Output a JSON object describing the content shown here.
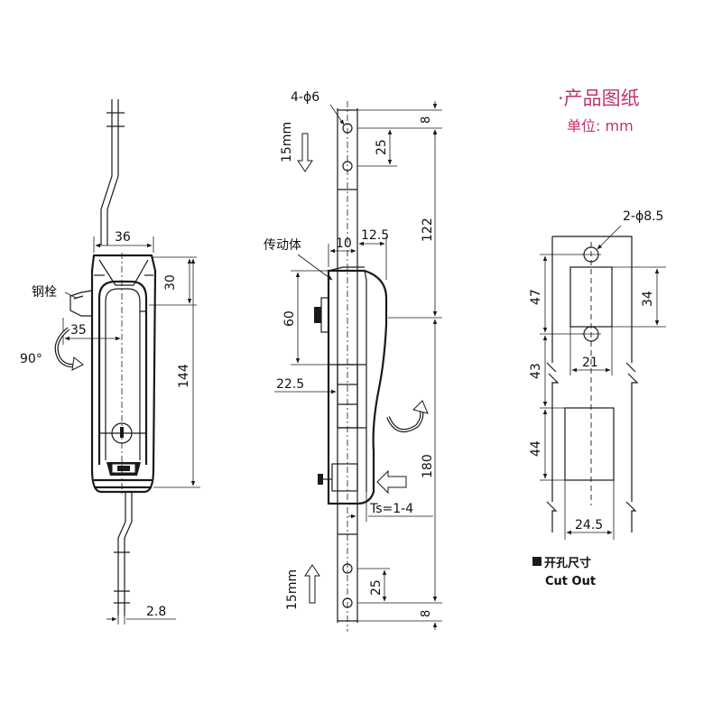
{
  "header": {
    "title": "·产品图纸",
    "unit": "单位: mm"
  },
  "front_view": {
    "label_bolt": "钢栓",
    "label_rotation": "90°",
    "dim_width": "36",
    "dim_handle_top": "30",
    "dim_offset": "35",
    "dim_height": "144",
    "dim_rod": "2.8"
  },
  "side_view": {
    "label_holes": "4-ϕ6",
    "label_body": "传动体",
    "label_travel_top": "15mm",
    "label_travel_bottom": "15mm",
    "dim_8_top": "8",
    "dim_25_top": "25",
    "dim_122": "122",
    "dim_10": "10",
    "dim_12_5": "12.5",
    "dim_60": "60",
    "dim_22_5": "22.5",
    "dim_180": "180",
    "dim_ts": "Ts=1-4",
    "dim_25_bottom": "25",
    "dim_8_bottom": "8"
  },
  "cutout": {
    "label_holes": "2-ϕ8.5",
    "dim_47": "47",
    "dim_34": "34",
    "dim_21": "21",
    "dim_43": "43",
    "dim_44": "44",
    "dim_24_5": "24.5",
    "legend_cn": "开孔尺寸",
    "legend_en": "Cut Out"
  }
}
